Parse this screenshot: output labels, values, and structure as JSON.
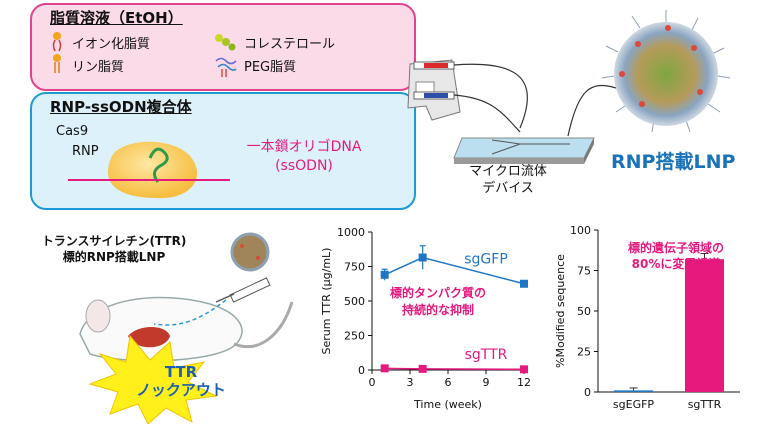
{
  "lipid_panel": {
    "title": "脂質溶液（EtOH）",
    "items": [
      "イオン化脂質",
      "リン脂質",
      "コレステロール",
      "PEG脂質"
    ]
  },
  "rnp_panel": {
    "title": "RNP-ssODN複合体",
    "cas9": "Cas9",
    "rnp": "RNP",
    "ssodn_line1": "一本鎖オリゴDNA",
    "ssodn_line2": "(ssODN)"
  },
  "device": {
    "line1": "マイクロ流体",
    "line2": "デバイス"
  },
  "lnp_label": "RNP搭載LNP",
  "mouse": {
    "title_line1": "トランスサイレチン(TTR)",
    "title_line2": "標的RNP搭載LNP",
    "knockout_line1": "TTR",
    "knockout_line2": "ノックアウト"
  },
  "colors": {
    "pink": "#e6197d",
    "blue": "#1a73b8",
    "chart_blue": "#1f77c4"
  },
  "chart_data": [
    {
      "type": "line",
      "xlabel": "Time (week)",
      "ylabel": "Serum TTR (μg/mL)",
      "xlim": [
        0,
        12
      ],
      "ylim": [
        0,
        1000
      ],
      "x_ticks": [
        "0",
        "3",
        "6",
        "9",
        "12"
      ],
      "y_ticks": [
        "0",
        "250",
        "500",
        "750",
        "1000"
      ],
      "annotation_line1": "標的タンパク質の",
      "annotation_line2": "持続的な抑制",
      "series": [
        {
          "name": "sgGFP",
          "x": [
            1,
            4,
            12
          ],
          "y": [
            690,
            815,
            625
          ],
          "err": [
            40,
            85,
            15
          ]
        },
        {
          "name": "sgTTR",
          "x": [
            1,
            4,
            12
          ],
          "y": [
            12,
            8,
            5
          ],
          "err": [
            5,
            4,
            3
          ]
        }
      ]
    },
    {
      "type": "bar",
      "ylabel": "%Modified sequence",
      "ylim": [
        0,
        100
      ],
      "y_ticks": [
        "0",
        "25",
        "50",
        "75",
        "100"
      ],
      "categories": [
        "sgEGFP",
        "sgTTR"
      ],
      "values": [
        1,
        82
      ],
      "err": [
        1.5,
        3.5
      ],
      "annotation_line1": "標的遺伝子領域の",
      "annotation_line2": "80%に変異誘導"
    }
  ]
}
